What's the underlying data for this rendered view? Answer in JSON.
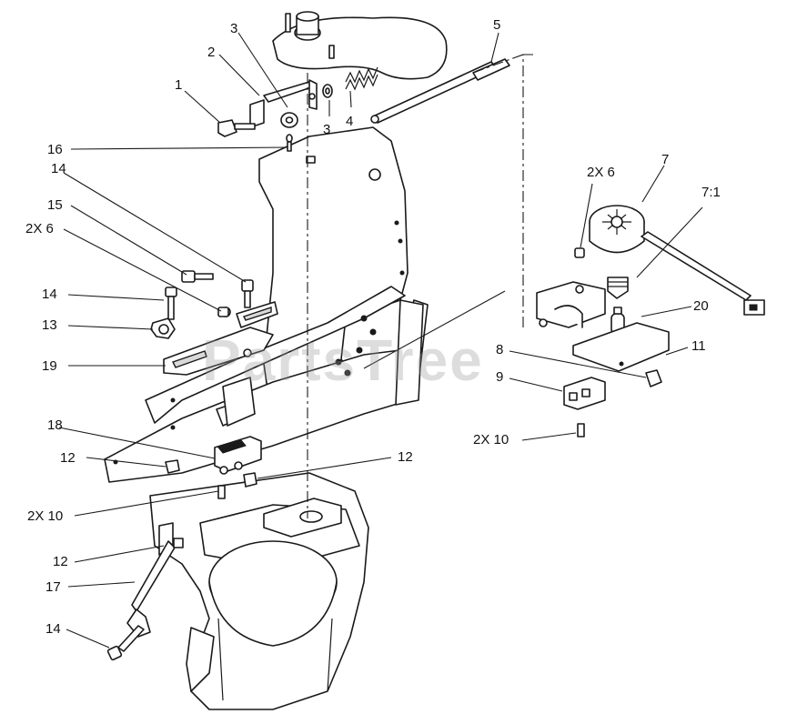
{
  "watermark": "PartsTree",
  "callouts": {
    "c1": "1",
    "c2": "2",
    "c3a": "3",
    "c3b": "3",
    "c4": "4",
    "c5": "5",
    "c7": "7",
    "c7_1": "7:1",
    "c2x6_r": "2X 6",
    "c16": "16",
    "c14a": "14",
    "c15": "15",
    "c2x6_l": "2X 6",
    "c14b": "14",
    "c13": "13",
    "c19": "19",
    "c20": "20",
    "c11": "11",
    "c8": "8",
    "c9": "9",
    "c2x10_r": "2X 10",
    "c18": "18",
    "c12a": "12",
    "c12b": "12",
    "c2x10_l": "2X 10",
    "c12c": "12",
    "c17": "17",
    "c14c": "14"
  }
}
